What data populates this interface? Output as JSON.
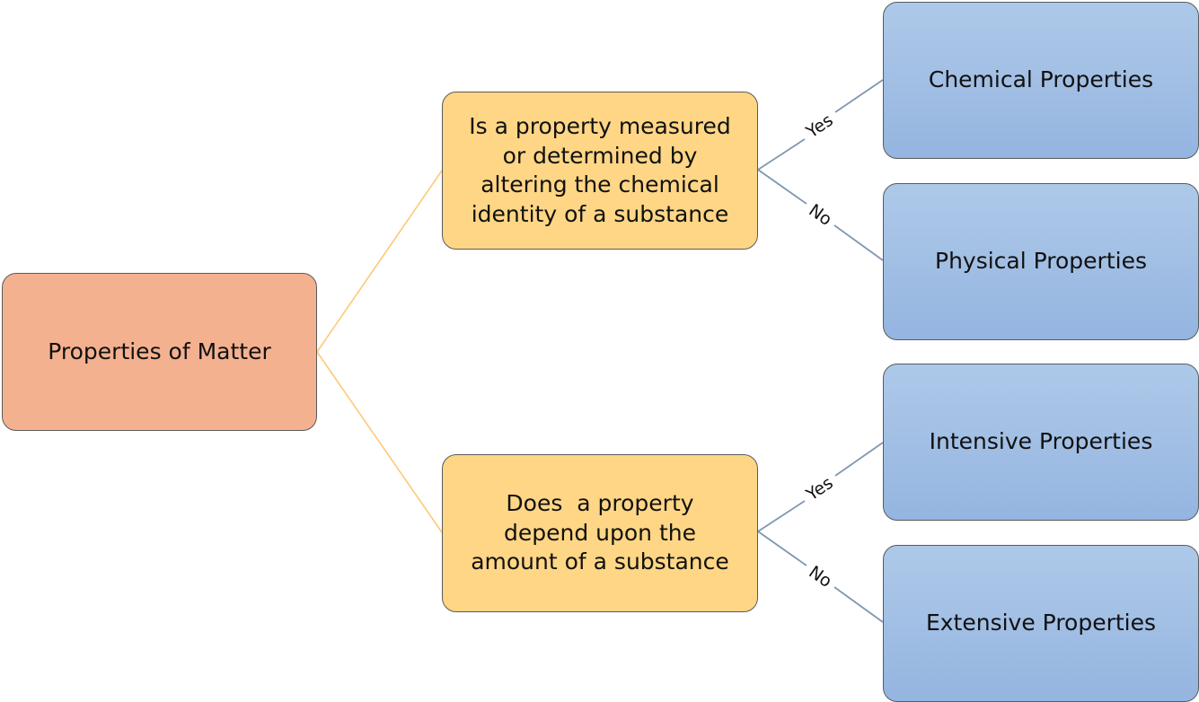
{
  "diagram": {
    "title": "Properties of Matter",
    "colors": {
      "root_fill": "#F4B190",
      "question_fill": "#FFD685",
      "leaf_fill": "#A3C0E5",
      "root_connector": "#FFC87A",
      "leaf_connector": "#7F97B0",
      "border": "#5A5A5A"
    },
    "root": {
      "label": "Properties of Matter"
    },
    "questions": [
      {
        "lines": [
          "Is a property measured",
          "or determined by",
          "altering the chemical",
          "identity of a substance"
        ],
        "branches": [
          {
            "edge_label": "Yes",
            "result": "Chemical Properties"
          },
          {
            "edge_label": "No",
            "result": "Physical Properties"
          }
        ]
      },
      {
        "lines": [
          "Does  a property",
          "depend upon the",
          "amount of a substance"
        ],
        "branches": [
          {
            "edge_label": "Yes",
            "result": "Intensive Properties"
          },
          {
            "edge_label": "No",
            "result": "Extensive Properties"
          }
        ]
      }
    ]
  }
}
